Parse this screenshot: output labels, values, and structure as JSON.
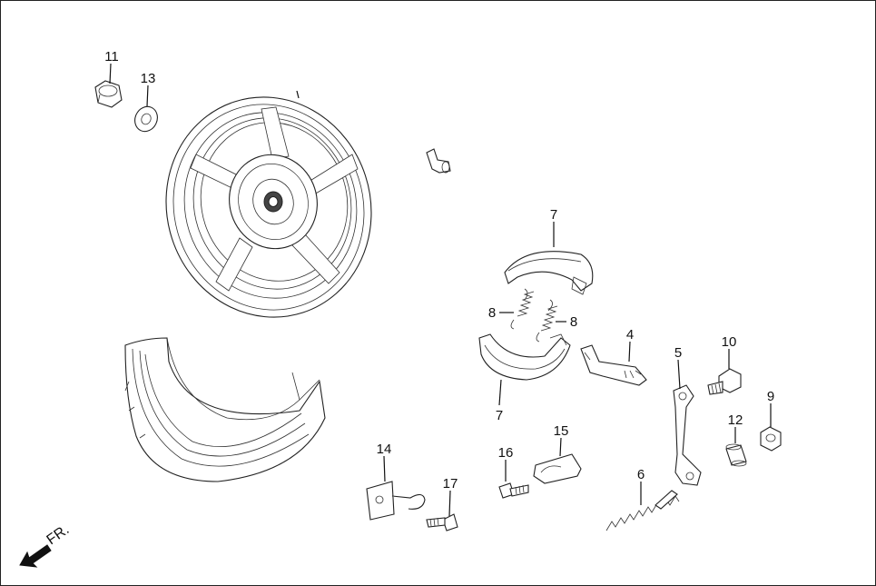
{
  "direction_label": "FR.",
  "callouts": [
    {
      "id": "c11",
      "text": "11"
    },
    {
      "id": "c13",
      "text": "13"
    },
    {
      "id": "c7a",
      "text": "7"
    },
    {
      "id": "c8a",
      "text": "8"
    },
    {
      "id": "c8b",
      "text": "8"
    },
    {
      "id": "c7b",
      "text": "7"
    },
    {
      "id": "c4",
      "text": "4"
    },
    {
      "id": "c5",
      "text": "5"
    },
    {
      "id": "c10",
      "text": "10"
    },
    {
      "id": "c9",
      "text": "9"
    },
    {
      "id": "c12",
      "text": "12"
    },
    {
      "id": "c6",
      "text": "6"
    },
    {
      "id": "c14",
      "text": "14"
    },
    {
      "id": "c16",
      "text": "16"
    },
    {
      "id": "c15",
      "text": "15"
    },
    {
      "id": "c17",
      "text": "17"
    }
  ]
}
